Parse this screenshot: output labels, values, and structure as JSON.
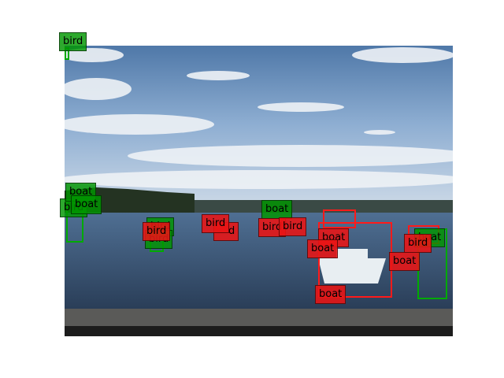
{
  "colors": {
    "ground_truth": "#00aa00",
    "prediction": "#ff1a1a"
  },
  "labels": {
    "bird": "bird",
    "boat": "boat",
    "partial_d": "d"
  }
}
